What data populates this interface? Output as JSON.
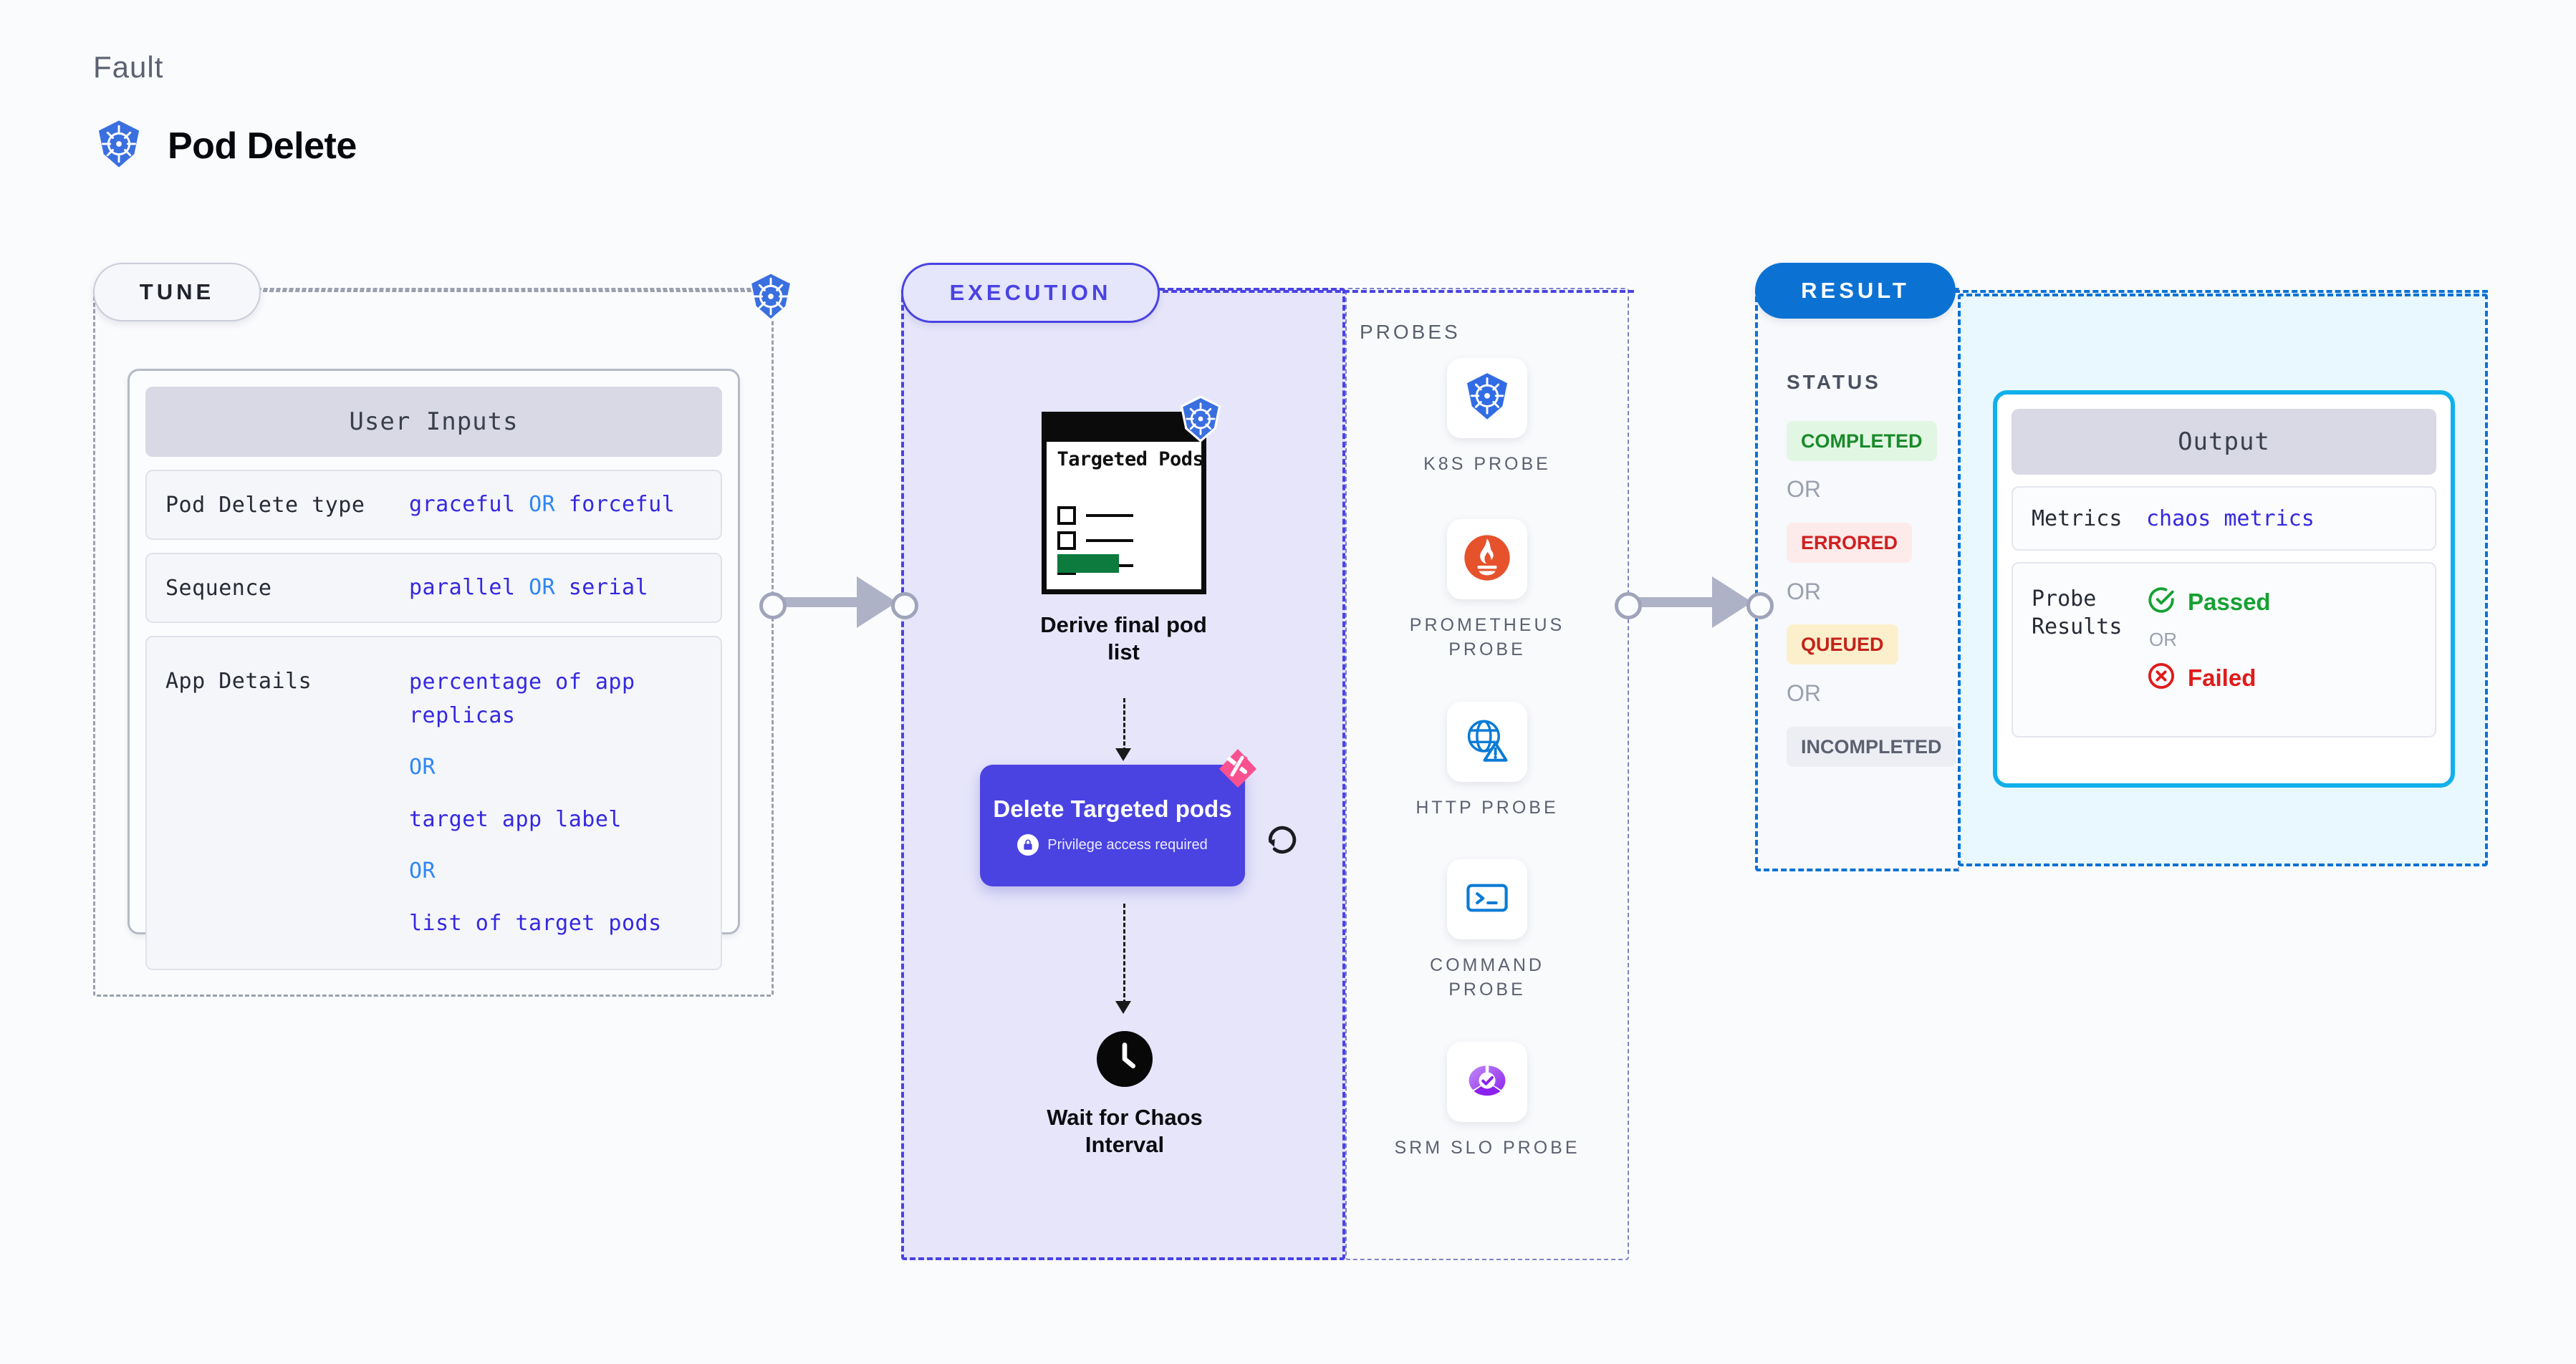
{
  "header": {
    "kicker": "Fault",
    "title": "Pod Delete",
    "icon": "kubernetes-icon"
  },
  "colors": {
    "tune_accent": "#9aa0ae",
    "execution_accent": "#4a43e2",
    "result_accent": "#0b72d4",
    "output_accent": "#11b0ea",
    "value_text": "#3528e0",
    "or_text": "#2e86f7"
  },
  "tune": {
    "pill_label": "TUNE",
    "card_title": "User Inputs",
    "rows": [
      {
        "key": "Pod Delete type",
        "values": [
          "graceful",
          "forceful"
        ],
        "separator": "OR",
        "inline": true
      },
      {
        "key": "Sequence",
        "values": [
          "parallel",
          "serial"
        ],
        "separator": "OR",
        "inline": true
      },
      {
        "key": "App Details",
        "values": [
          "percentage of app replicas",
          "target app label",
          "list of target pods"
        ],
        "separator": "OR",
        "inline": false
      }
    ]
  },
  "execution": {
    "pill_label": "EXECUTION",
    "derive": {
      "doc_title": "Targeted Pods",
      "caption": "Derive final pod list",
      "badge_icon": "kubernetes-icon",
      "checkbox_count": 3
    },
    "delete": {
      "title": "Delete Targeted pods",
      "privilege_note": "Privilege access required",
      "privilege_icon": "lock-icon",
      "corner_icon": "litmus-icon",
      "retry_icon": "retry-loop-icon"
    },
    "wait": {
      "caption": "Wait for Chaos Interval",
      "icon": "clock-icon"
    }
  },
  "probes": {
    "label": "PROBES",
    "items": [
      {
        "name": "K8S PROBE",
        "icon": "kubernetes-icon"
      },
      {
        "name": "PROMETHEUS PROBE",
        "icon": "prometheus-icon"
      },
      {
        "name": "HTTP PROBE",
        "icon": "globe-warning-icon"
      },
      {
        "name": "COMMAND PROBE",
        "icon": "terminal-icon"
      },
      {
        "name": "SRM SLO PROBE",
        "icon": "srm-slo-icon"
      }
    ]
  },
  "result": {
    "pill_label": "RESULT",
    "status_label": "STATUS",
    "separator": "OR",
    "statuses": [
      {
        "label": "COMPLETED",
        "bg": "#e2f6e4",
        "fg": "#1a8a2a"
      },
      {
        "label": "ERRORED",
        "bg": "#fdeaea",
        "fg": "#cf2020"
      },
      {
        "label": "QUEUED",
        "bg": "#fcf0cc",
        "fg": "#c4231b"
      },
      {
        "label": "INCOMPLETED",
        "bg": "#eceef4",
        "fg": "#5b6170"
      }
    ],
    "output": {
      "card_title": "Output",
      "metrics": {
        "key": "Metrics",
        "value": "chaos metrics"
      },
      "probe_results": {
        "key": "Probe Results",
        "separator": "OR",
        "passed": {
          "label": "Passed",
          "icon": "check-circle-icon",
          "color": "#16a133"
        },
        "failed": {
          "label": "Failed",
          "icon": "x-circle-icon",
          "color": "#e01b1b"
        }
      }
    }
  }
}
